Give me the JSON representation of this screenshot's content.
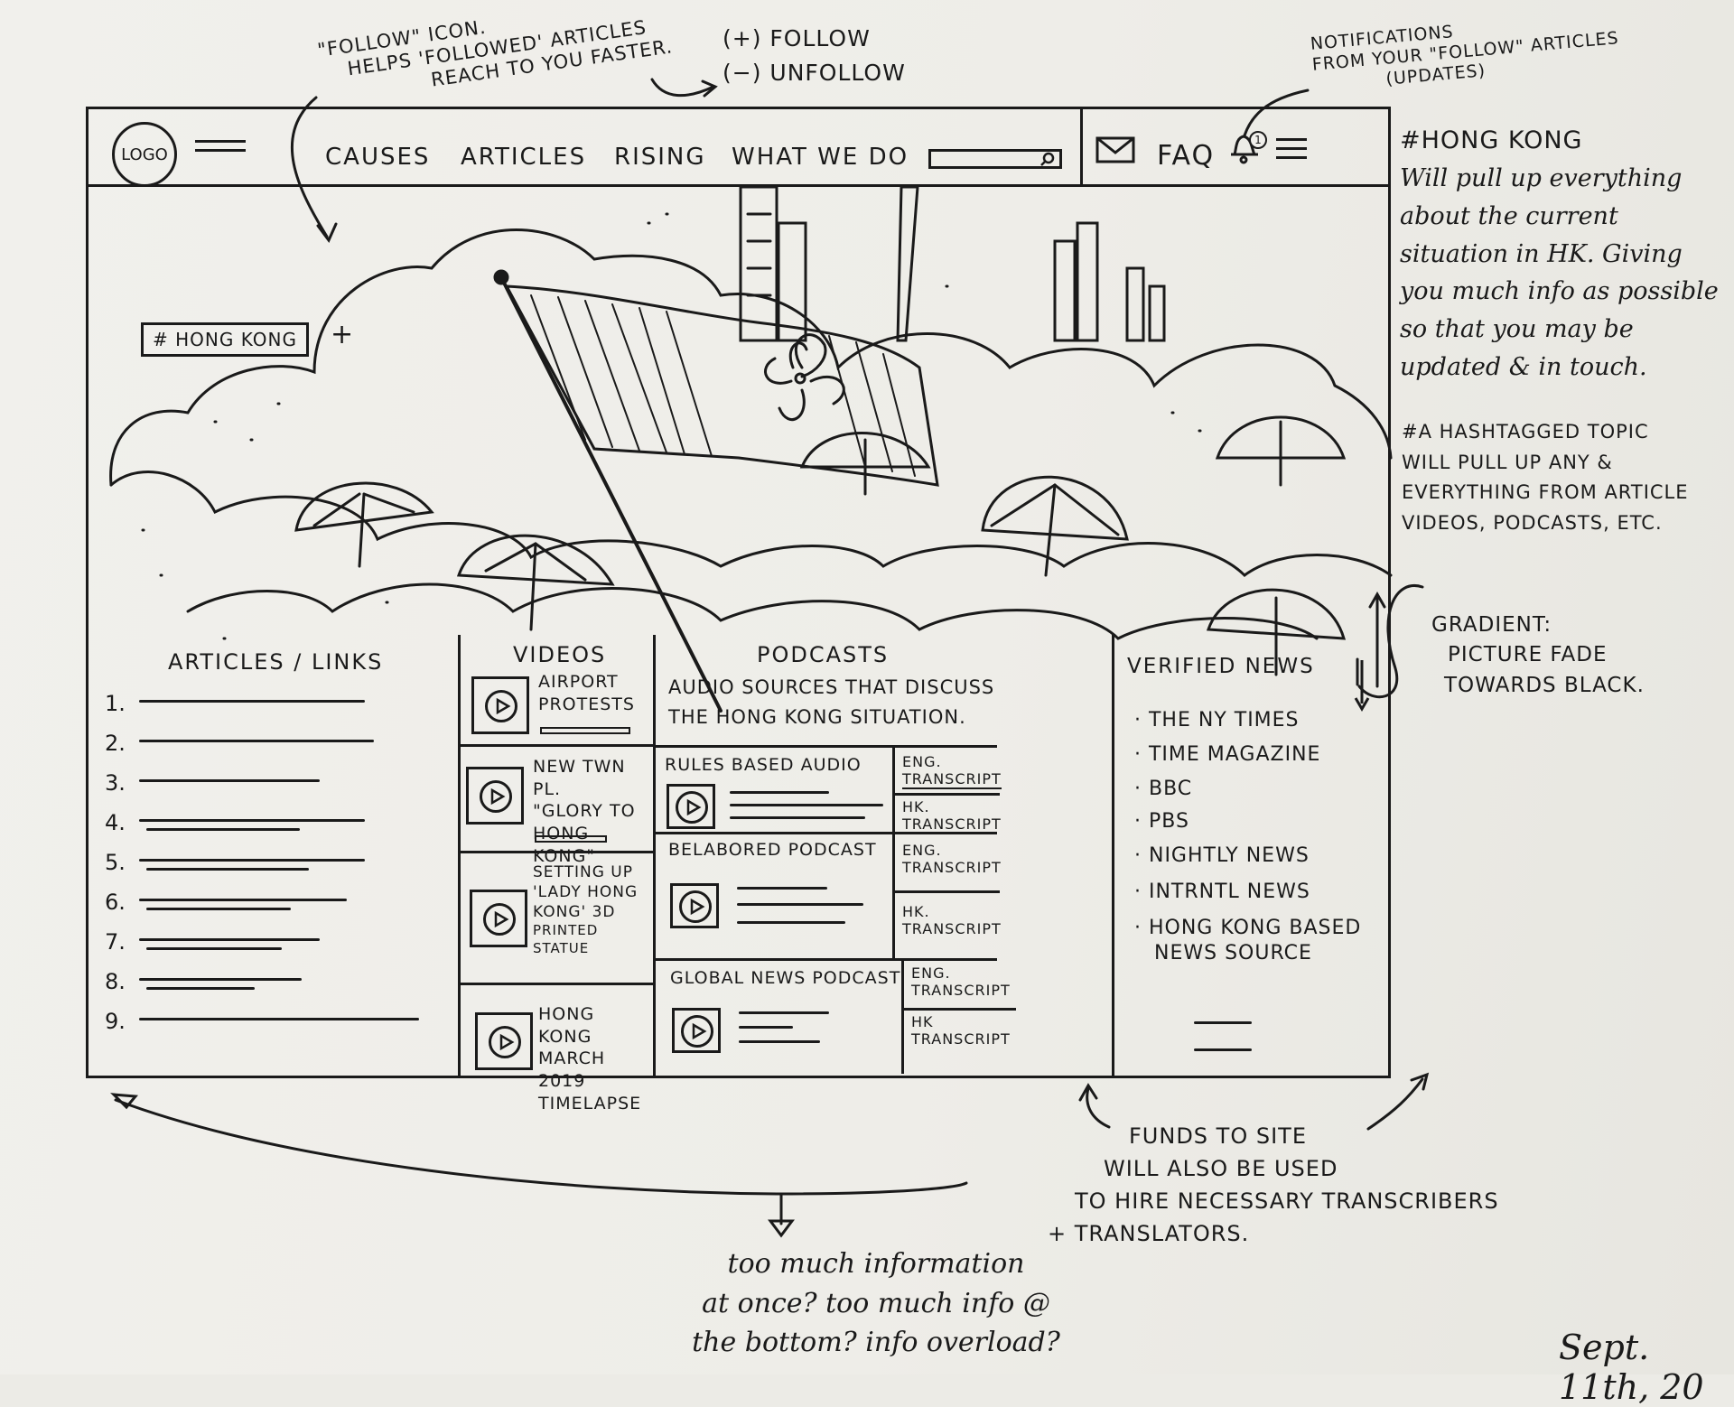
{
  "annotations": {
    "follow_note": [
      "\"FOLLOW\" ICON.",
      "HELPS 'FOLLOWED' ARTICLES",
      "REACH TO YOU FASTER."
    ],
    "follow_options": [
      "(+) FOLLOW",
      "(−) UNFOLLOW"
    ],
    "notifications_note": [
      "NOTIFICATIONS",
      "FROM YOUR \"FOLLOW\" ARTICLES",
      "(UPDATES)"
    ],
    "hashtag_note": [
      "#HONG KONG",
      "Will pull up everything",
      "about the current",
      "situation in HK. Giving",
      "you much info as possible",
      "so that you may be",
      "updated & in touch."
    ],
    "hashtag_topic_note": [
      "#A HASHTAGGED TOPIC",
      "WILL PULL UP ANY &",
      "EVERYTHING FROM ARTICLE",
      "VIDEOS, PODCASTS, ETC."
    ],
    "gradient_note": [
      "GRADIENT:",
      "PICTURE FADE",
      "TOWARDS BLACK."
    ],
    "funds_note": [
      "FUNDS TO SITE",
      "WILL ALSO BE USED",
      "TO HIRE NECESSARY TRANSCRIBERS",
      "+ TRANSLATORS."
    ],
    "overload_note": [
      "too much information",
      "at once? too much info @",
      "the bottom? info overload?"
    ],
    "date": "Sept. 11th, 20"
  },
  "nav": {
    "logo": "LOGO",
    "links": [
      "CAUSES",
      "ARTICLES",
      "RISING",
      "WHAT WE DO"
    ],
    "faq": "FAQ",
    "notification_count": "1"
  },
  "hero": {
    "hashtag": "# HONG KONG",
    "follow_symbol": "+"
  },
  "articles": {
    "title": "ARTICLES / LINKS",
    "numbers": [
      "1.",
      "2.",
      "3.",
      "4.",
      "5.",
      "6.",
      "7.",
      "8.",
      "9."
    ]
  },
  "videos": {
    "title": "VIDEOS",
    "items": [
      [
        "AIRPORT",
        "PROTESTS"
      ],
      [
        "NEW TWN PL.",
        "\"GLORY TO",
        "HONG KONG\""
      ],
      [
        "SETTING UP",
        "'LADY HONG",
        "KONG' 3D",
        "PRINTED STATUE"
      ],
      [
        "HONG KONG",
        "MARCH 2019",
        "TIMELAPSE"
      ]
    ]
  },
  "podcasts": {
    "title": "PODCASTS",
    "subtitle": [
      "AUDIO SOURCES THAT DISCUSS",
      "THE HONG KONG SITUATION."
    ],
    "items": [
      {
        "title": "RULES BASED AUDIO",
        "eng": [
          "ENG.",
          "TRANSCRIPT"
        ],
        "hk": [
          "HK.",
          "TRANSCRIPT"
        ]
      },
      {
        "title": "BELABORED PODCAST",
        "eng": [
          "ENG.",
          "TRANSCRIPT"
        ],
        "hk": [
          "HK.",
          "TRANSCRIPT"
        ]
      },
      {
        "title": "GLOBAL NEWS PODCAST",
        "eng": [
          "ENG.",
          "TRANSCRIPT"
        ],
        "hk": [
          "HK",
          "TRANSCRIPT"
        ]
      }
    ]
  },
  "news": {
    "title": "VERIFIED NEWS",
    "items": [
      "· THE NY TIMES",
      "· TIME MAGAZINE",
      "· BBC",
      "· PBS",
      "· NIGHTLY NEWS",
      "· INTRNTL NEWS",
      "· HONG KONG BASED",
      "NEWS SOURCE"
    ]
  }
}
